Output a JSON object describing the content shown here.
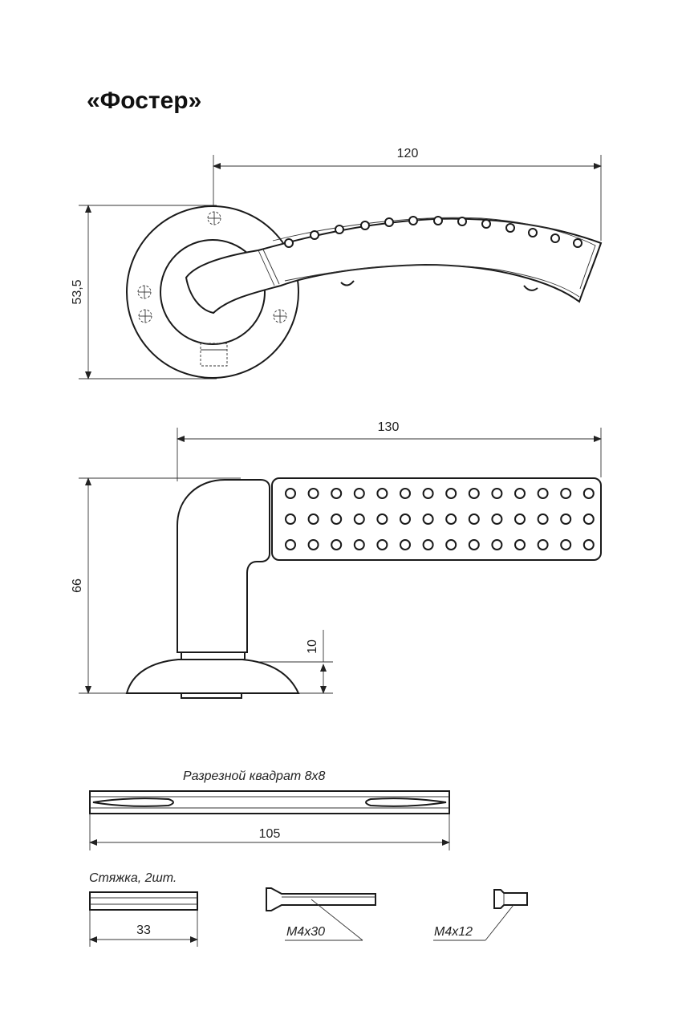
{
  "title": "«Фостер»",
  "dimensions": {
    "top_width": "120",
    "top_height": "53,5",
    "side_width": "130",
    "side_height": "66",
    "rose_thickness": "10",
    "spindle_length": "105",
    "tie_length": "33"
  },
  "labels": {
    "spindle": "Разрезной квадрат 8х8",
    "tie": "Стяжка, 2шт.",
    "screw_long": "M4x30",
    "screw_short": "M4x12"
  },
  "colors": {
    "line": "#1a1a1a",
    "paper": "#ffffff"
  },
  "dots": {
    "rows": 3,
    "columns": 14
  }
}
